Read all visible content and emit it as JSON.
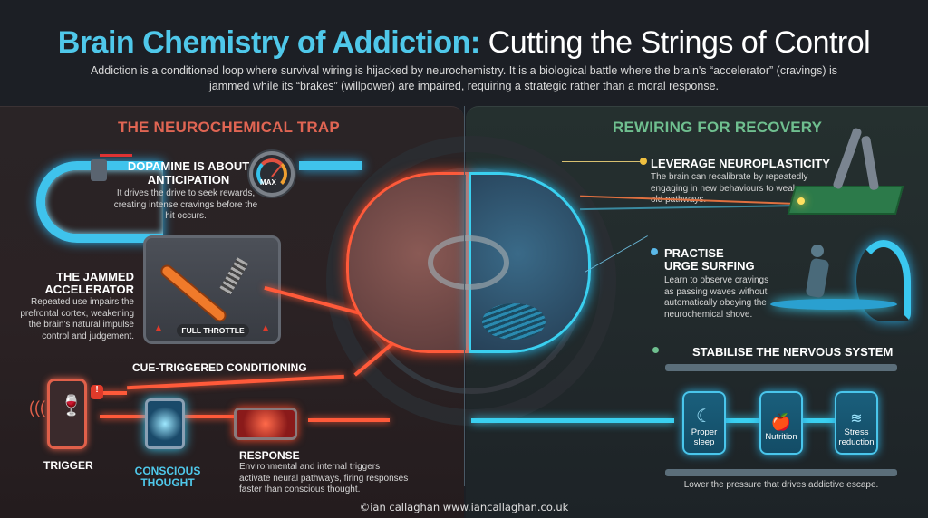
{
  "header": {
    "title_highlight": "Brain Chemistry of Addiction:",
    "title_rest": " Cutting the Strings of Control",
    "subtitle": "Addiction is a conditioned loop where survival wiring is hijacked by neurochemistry. It is a biological battle where the brain's “accelerator” (cravings) is jammed while its “brakes” (willpower) are impaired, requiring a strategic rather than a moral response."
  },
  "left_panel": {
    "title": "THE NEUROCHEMICAL TRAP",
    "color": "#e06553",
    "dopamine": {
      "heading": "DOPAMINE IS ABOUT ANTICIPATION",
      "body": "It drives the drive to seek rewards, creating intense cravings before the hit occurs.",
      "gauge_label": "MAX"
    },
    "accelerator": {
      "heading_line1": "THE JAMMED",
      "heading_line2": "ACCELERATOR",
      "body": "Repeated use impairs the prefrontal cortex, weakening the brain's natural impulse control and judgement.",
      "badge": "FULL THROTTLE"
    },
    "conditioning": {
      "heading": "CUE-TRIGGERED CONDITIONING",
      "trigger_label": "TRIGGER",
      "thought_label_line1": "CONSCIOUS",
      "thought_label_line2": "THOUGHT",
      "response_heading": "RESPONSE",
      "response_body": "Environmental and internal triggers activate neural pathways, firing responses faster than conscious thought."
    }
  },
  "right_panel": {
    "title": "REWIRING FOR RECOVERY",
    "color": "#6fbf8f",
    "neuroplasticity": {
      "heading": "LEVERAGE NEUROPLASTICITY",
      "body": "The brain can recalibrate by repeatedly engaging in new behaviours to weaken old pathways."
    },
    "urge_surfing": {
      "heading_line1": "PRACTISE",
      "heading_line2": "URGE SURFING",
      "body": "Learn to observe cravings as passing waves without automatically obeying the neurochemical shove."
    },
    "nervous_system": {
      "heading": "STABILISE THE NERVOUS SYSTEM",
      "pillars": [
        {
          "icon": "moon-icon",
          "label_line1": "Proper",
          "label_line2": "sleep"
        },
        {
          "icon": "apple-bottle-icon",
          "label_line1": "Nutrition",
          "label_line2": ""
        },
        {
          "icon": "water-drop-icon",
          "label_line1": "Stress",
          "label_line2": "reduction"
        }
      ],
      "caption": "Lower the pressure that drives addictive escape."
    }
  },
  "footer": {
    "credit": "©ian callaghan  www.iancallaghan.co.uk"
  },
  "colors": {
    "accent_blue": "#4fc8ea",
    "trap_red": "#e06553",
    "recovery_green": "#6fbf8f",
    "background": "#1c1f25"
  }
}
